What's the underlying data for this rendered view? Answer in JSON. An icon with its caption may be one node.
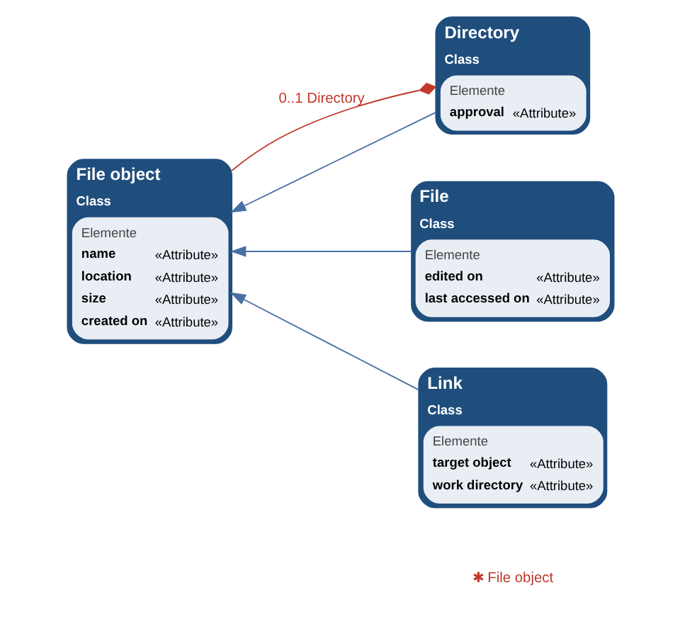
{
  "diagram": {
    "nodes": [
      {
        "text": [
          "Directory",
          "Class",
          "Elemente",
          "approval",
          "«Attribute»"
        ]
      },
      {
        "text": [
          "File object",
          "Class",
          "Elemente",
          "name",
          "«Attribute»",
          "location",
          "«Attribute»",
          "size",
          "«Attribute»",
          "created on",
          "«Attribute»"
        ]
      },
      {
        "text": [
          "File",
          "Class",
          "Elemente",
          "edited on",
          "«Attribute»",
          "last accessed on",
          "«Attribute»"
        ]
      },
      {
        "text": [
          "Link",
          "Class",
          "Elemente",
          "target object",
          "«Attribute»",
          "work directory",
          "«Attribute»"
        ]
      }
    ],
    "edges": [
      {
        "from": 0,
        "to": 1,
        "arrow": "other",
        "label": "0..1 Directory",
        "color": "#c0392b"
      },
      {
        "from": 0,
        "to": 1,
        "arrow": "to"
      },
      {
        "from": 2,
        "to": 1,
        "arrow": "to"
      },
      {
        "from": 3,
        "to": 1,
        "arrow": "to"
      }
    ],
    "labels": [
      "✱ File object"
    ]
  }
}
